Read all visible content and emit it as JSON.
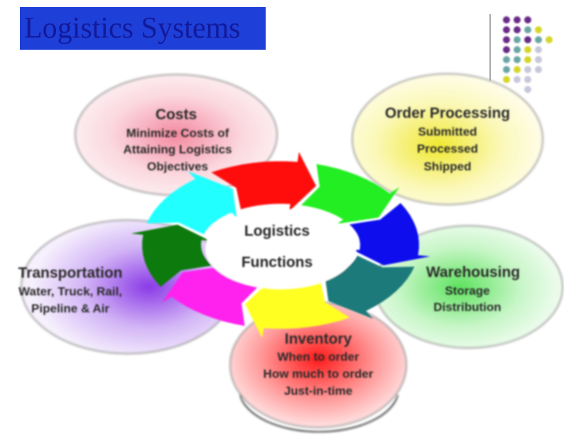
{
  "slide": {
    "title": "Logistics Systems",
    "colors": {
      "title_bg": "#1e3fd8",
      "title_text": "#121a9c"
    }
  },
  "center": {
    "line1": "Logistics",
    "line2": "Functions"
  },
  "nodes": {
    "costs": {
      "title": "Costs",
      "lines": [
        "Minimize Costs of",
        "Attaining Logistics",
        "Objectives"
      ],
      "color": "#f7b8c4"
    },
    "order_processing": {
      "title": "Order Processing",
      "lines": [
        "Submitted",
        "Processed",
        "Shipped"
      ],
      "color": "#f5f07a"
    },
    "warehousing": {
      "title": "Warehousing",
      "lines": [
        "Storage",
        "Distribution"
      ],
      "color": "#a6f0a6"
    },
    "inventory": {
      "title": "Inventory",
      "lines": [
        "When to order",
        "How much to order",
        "Just-in-time"
      ],
      "color": "#ff3838"
    },
    "transportation": {
      "title": "Transportation",
      "lines": [
        "Water, Truck, Rail,",
        "Pipeline & Air"
      ],
      "color": "#a668ec"
    }
  },
  "arrow_colors": [
    "#ff1010",
    "#22ee22",
    "#1010ee",
    "#1a7a7a",
    "#ffff22",
    "#ff22ee",
    "#0a7a0a",
    "#22ffff"
  ],
  "dot_colors": {
    "purple": "#6a2a88",
    "teal": "#6aa6a6",
    "yellow": "#d6d62a",
    "light": "#c8c8dc"
  }
}
